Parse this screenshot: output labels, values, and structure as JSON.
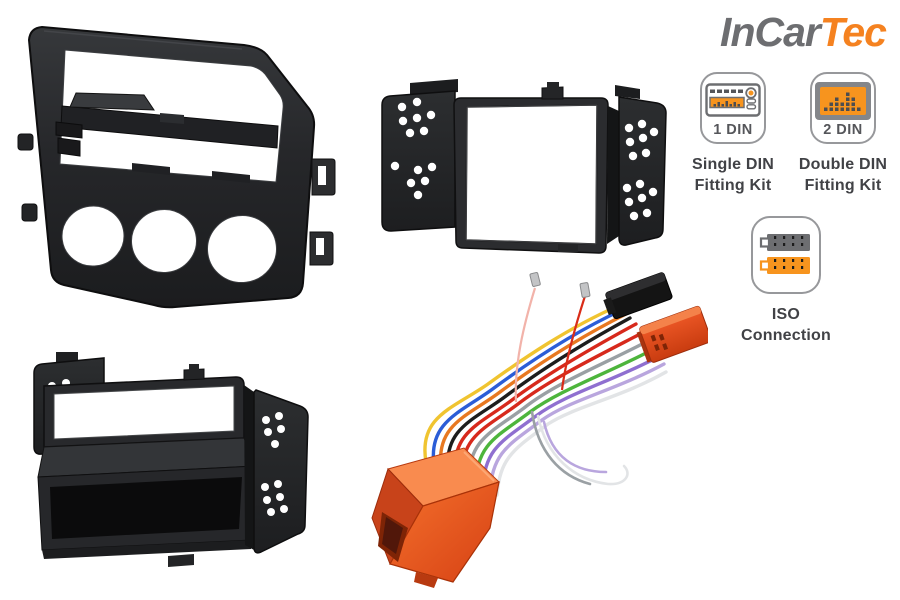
{
  "logo": {
    "part1": "InCar",
    "part2": "Tec"
  },
  "features": {
    "single_din": {
      "badge": "1 DIN",
      "label_line1": "Single DIN",
      "label_line2": "Fitting Kit"
    },
    "double_din": {
      "badge": "2 DIN",
      "label_line1": "Double DIN",
      "label_line2": "Fitting Kit"
    },
    "iso": {
      "label_line1": "ISO",
      "label_line2": "Connection"
    }
  },
  "colors": {
    "logo_gray": "#6d6e71",
    "logo_orange": "#f58220",
    "icon_orange": "#f7941e",
    "icon_border_gray": "#97989b",
    "icon_dark_gray": "#55565a",
    "label_text": "#414246",
    "product_black": "#242527",
    "harness_orange": "#e8501e",
    "background": "#ffffff"
  },
  "images": {
    "fascia_panel": "single-din-fascia-panel-with-dial-cutouts",
    "double_din_cage": "double-din-mounting-cage",
    "single_din_pocket": "single-din-cage-with-storage-pocket",
    "wiring_harness": "mazda-iso-wiring-harness"
  }
}
